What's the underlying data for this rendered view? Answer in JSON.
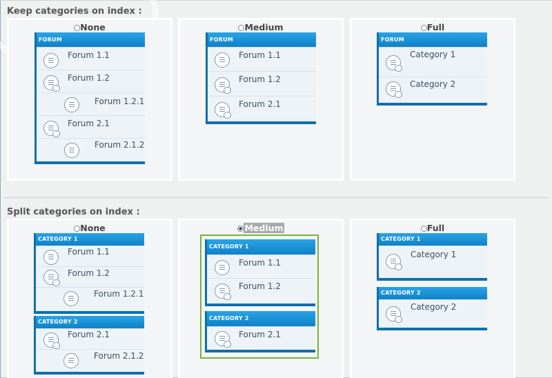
{
  "sections": [
    {
      "title": "Keep categories on index :"
    },
    {
      "title": "Split categories on index :"
    }
  ],
  "options": {
    "none": "None",
    "medium": "Medium",
    "full": "Full"
  },
  "selected": "split-medium",
  "panels": {
    "forum": "FORUM",
    "category_1": "CATEGORY 1",
    "category_2": "CATEGORY 2"
  },
  "items": {
    "forum_1_1": "Forum 1.1",
    "forum_1_2": "Forum 1.2",
    "forum_1_2_1": "Forum 1.2.1",
    "forum_2_1": "Forum 2.1",
    "forum_2_1_2": "Forum 2.1.2",
    "category_1": "Category 1",
    "category_2": "Category 2"
  },
  "icons": [
    "forum-icon",
    "forum-with-subforum-icon",
    "radio-icon"
  ],
  "colors": {
    "panel_header": "#1a95d8",
    "panel_border": "#0d6fae",
    "selection_outline": "#73b33b",
    "page_bg": "#eff0f0"
  }
}
